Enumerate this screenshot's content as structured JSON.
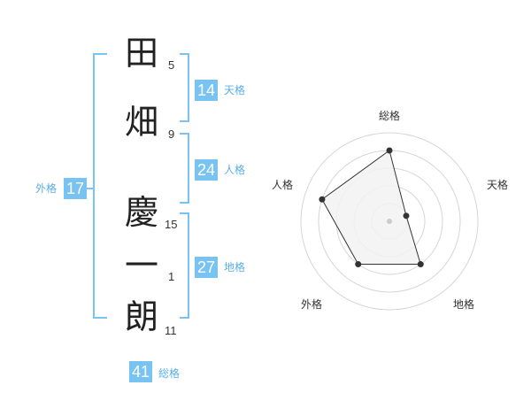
{
  "name": {
    "chars": [
      {
        "char": "田",
        "strokes": "5"
      },
      {
        "char": "畑",
        "strokes": "9"
      },
      {
        "char": "慶",
        "strokes": "15"
      },
      {
        "char": "一",
        "strokes": "1"
      },
      {
        "char": "朗",
        "strokes": "11"
      }
    ]
  },
  "fortune": {
    "tenkaku": {
      "value": "14",
      "label": "天格"
    },
    "jinkaku": {
      "value": "24",
      "label": "人格"
    },
    "chikaku": {
      "value": "27",
      "label": "地格"
    },
    "gaikaku": {
      "value": "17",
      "label": "外格"
    },
    "soukaku": {
      "value": "41",
      "label": "総格"
    }
  },
  "chart_data": {
    "type": "radar",
    "axes": [
      "総格",
      "天格",
      "地格",
      "外格",
      "人格"
    ],
    "values": [
      4,
      1,
      3,
      3,
      4
    ],
    "max": 5,
    "rings": 5,
    "colors": {
      "fill": "#f2f2f2",
      "line": "#333333",
      "grid": "#d6d6d6",
      "point": "#333333",
      "center": "#cccccc"
    }
  },
  "colors": {
    "accent": "#79c3f2"
  }
}
